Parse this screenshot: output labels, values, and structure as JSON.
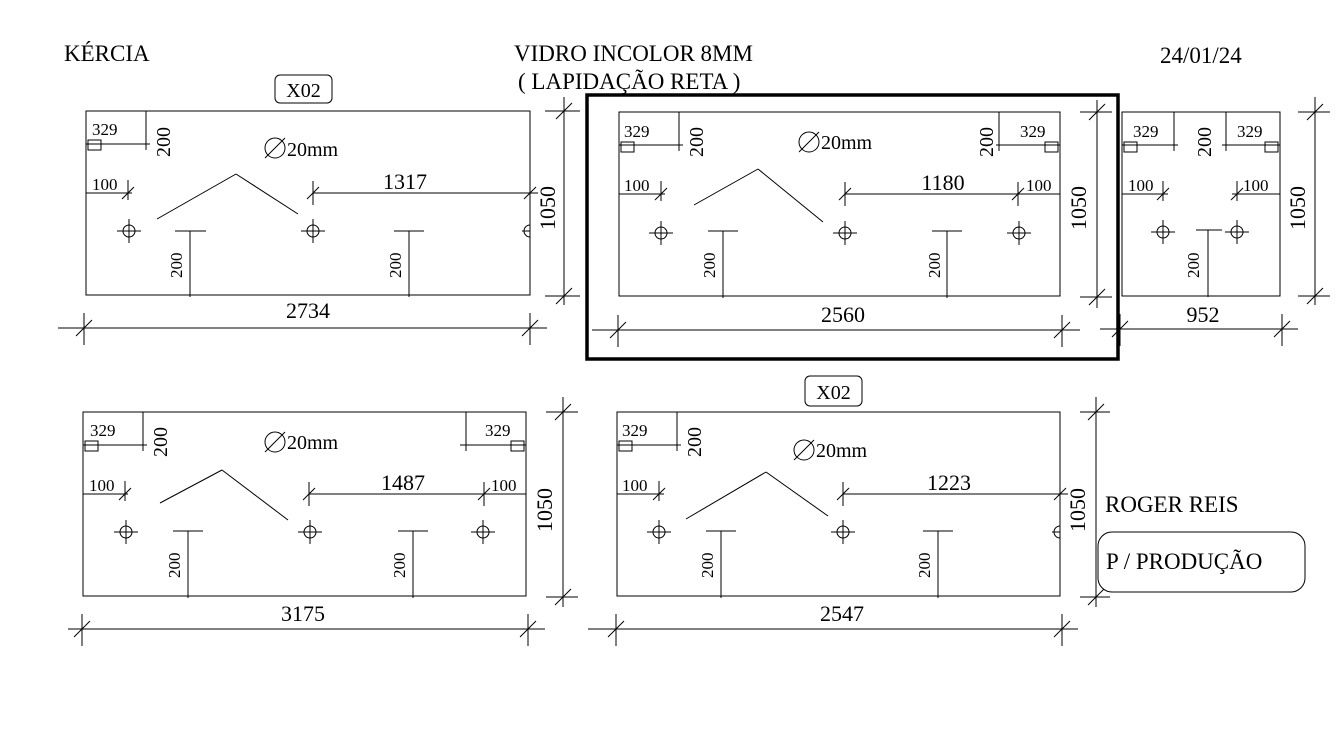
{
  "header": {
    "client": "KÉRCIA",
    "material": "VIDRO INCOLOR 8MM",
    "finish": "(  LAPIDAÇÃO RETA  )",
    "date": "24/01/24"
  },
  "footer": {
    "author": "ROGER REIS",
    "purpose": "P / PRODUÇÃO"
  },
  "pieces": {
    "p1": {
      "tag": "X02",
      "width": "2734",
      "height": "1050",
      "hole": "20mm",
      "left_corner_w": "329",
      "left_corner_h": "200",
      "edge_left": "100",
      "span": "1317",
      "hole_y_a": "200",
      "hole_y_b": "200"
    },
    "p2": {
      "width": "2560",
      "height": "1050",
      "hole": "20mm",
      "left_corner_w": "329",
      "left_corner_h": "200",
      "right_corner_w": "329",
      "right_corner_h": "200",
      "edge_left": "100",
      "span": "1180",
      "edge_right": "100",
      "hole_y_a": "200",
      "hole_y_b": "200"
    },
    "p3": {
      "width": "952",
      "height": "1050",
      "left_corner_w": "329",
      "left_corner_h": "200",
      "right_corner_w": "329",
      "edge_left": "100",
      "edge_right": "100",
      "hole_y_a": "200"
    },
    "p4": {
      "width": "3175",
      "height": "1050",
      "hole": "20mm",
      "left_corner_w": "329",
      "left_corner_h": "200",
      "right_corner_w": "329",
      "edge_left": "100",
      "span": "1487",
      "edge_right": "100",
      "hole_y_a": "200",
      "hole_y_b": "200"
    },
    "p5": {
      "tag": "X02",
      "width": "2547",
      "height": "1050",
      "hole": "20mm",
      "left_corner_w": "329",
      "left_corner_h": "200",
      "edge_left": "100",
      "span": "1223",
      "hole_y_a": "200",
      "hole_y_b": "200"
    }
  }
}
